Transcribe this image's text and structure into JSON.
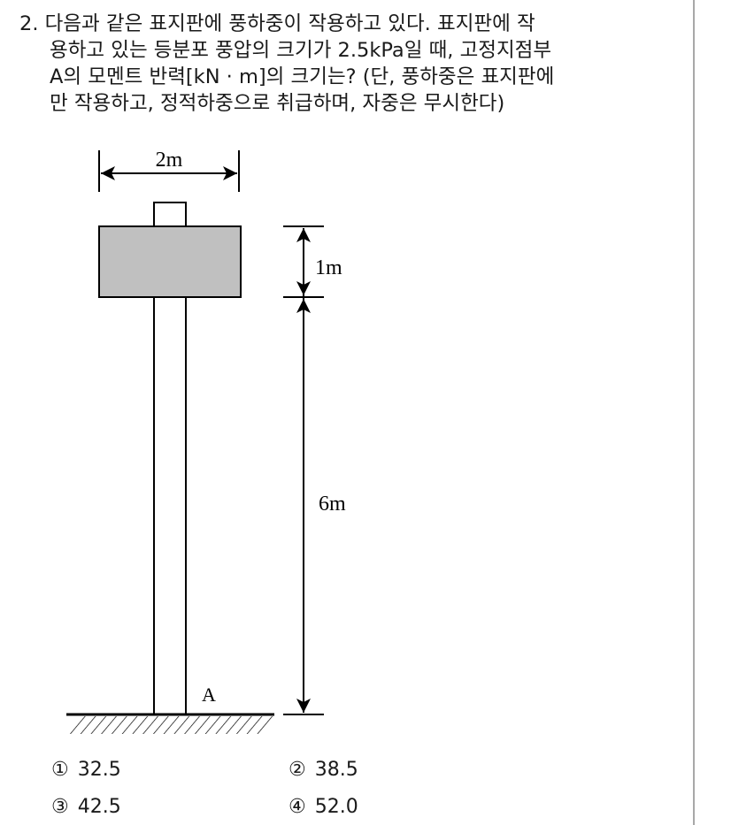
{
  "question": {
    "number": "2.",
    "lines": [
      "다음과 같은 표지판에 풍하중이 작용하고 있다. 표지판에 작",
      "용하고 있는 등분포 풍압의 크기가 2.5kPa일 때, 고정지점부",
      "A의 모멘트 반력[kN · m]의 크기는? (단, 풍하중은 표지판에",
      "만 작용하고, 정적하중으로 취급하며, 자중은 무시한다)"
    ]
  },
  "figure": {
    "width_label": "2m",
    "sign_height_label": "1m",
    "post_height_label": "6m",
    "support_label": "A",
    "sign_fill": "#c0c0c0"
  },
  "choices": [
    {
      "num": "①",
      "value": "32.5"
    },
    {
      "num": "②",
      "value": "38.5"
    },
    {
      "num": "③",
      "value": "42.5"
    },
    {
      "num": "④",
      "value": "52.0"
    }
  ]
}
